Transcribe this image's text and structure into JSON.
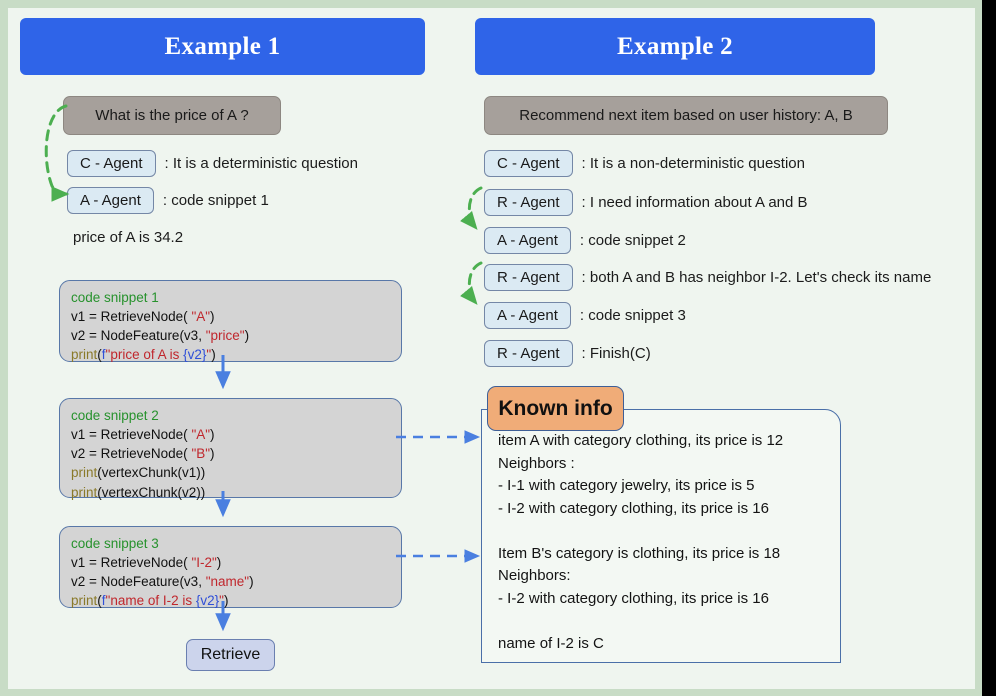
{
  "colors": {
    "frame_green": "#c8dcc6",
    "panel_bg": "#eff5ef",
    "header_blue": "#2f64e8",
    "question_gray": "#a6a09b",
    "pill_blue": "#dbeaf3",
    "code_gray": "#d4d4d4",
    "code_border": "#5877a8",
    "retrieve_lavender": "#ccd4ec",
    "known_tab_orange": "#f0ac78",
    "green_arrow": "#4caf50",
    "blue_arrow": "#4a7fe0",
    "keyword_green": "#27922d",
    "string_red": "#c0272d",
    "fn_olive": "#8a7a2a",
    "fstring_blue": "#2f4fd8"
  },
  "examples": [
    {
      "title": "Example 1",
      "question": "What is the price of A ?",
      "agents": [
        {
          "role": "C - Agent",
          "text": ": It is a deterministic question"
        },
        {
          "role": "A - Agent",
          "text": ": code snippet 1"
        }
      ],
      "output": "price of A is 34.2"
    },
    {
      "title": "Example 2",
      "question": "Recommend next item based on user history: A, B",
      "agents": [
        {
          "role": "C - Agent",
          "text": ": It is a non-deterministic question"
        },
        {
          "role": "R - Agent",
          "text": ": I need information about A and B"
        },
        {
          "role": "A - Agent",
          "text": ": code snippet 2"
        },
        {
          "role": "R - Agent",
          "text": ": both A and B has neighbor I-2. Let's check its name"
        },
        {
          "role": "A - Agent",
          "text": ": code snippet 3"
        },
        {
          "role": "R - Agent",
          "text": ": Finish(C)"
        }
      ]
    }
  ],
  "snippets": [
    {
      "title": "code snippet 1",
      "lines": [
        [
          {
            "t": "v1 = RetrieveNode( ",
            "c": "plain"
          },
          {
            "t": "\"A\"",
            "c": "str"
          },
          {
            "t": ")",
            "c": "plain"
          }
        ],
        [
          {
            "t": "v2 = NodeFeature(v3, ",
            "c": "plain"
          },
          {
            "t": "\"price\"",
            "c": "str"
          },
          {
            "t": ")",
            "c": "plain"
          }
        ],
        [
          {
            "t": "print",
            "c": "fn"
          },
          {
            "t": "(",
            "c": "plain"
          },
          {
            "t": "f",
            "c": "f"
          },
          {
            "t": "\"price of A is ",
            "c": "str"
          },
          {
            "t": "{v2}",
            "c": "f"
          },
          {
            "t": "\"",
            "c": "str"
          },
          {
            "t": ")",
            "c": "plain"
          }
        ]
      ]
    },
    {
      "title": "code snippet 2",
      "lines": [
        [
          {
            "t": "v1 = RetrieveNode( ",
            "c": "plain"
          },
          {
            "t": "\"A\"",
            "c": "str"
          },
          {
            "t": ")",
            "c": "plain"
          }
        ],
        [
          {
            "t": "v2 = RetrieveNode( ",
            "c": "plain"
          },
          {
            "t": "\"B\"",
            "c": "str"
          },
          {
            "t": ")",
            "c": "plain"
          }
        ],
        [
          {
            "t": "print",
            "c": "fn"
          },
          {
            "t": "(vertexChunk(v1))",
            "c": "plain"
          }
        ],
        [
          {
            "t": "print",
            "c": "fn"
          },
          {
            "t": "(vertexChunk(v2))",
            "c": "plain"
          }
        ]
      ]
    },
    {
      "title": "code snippet 3",
      "lines": [
        [
          {
            "t": "v1 = RetrieveNode( ",
            "c": "plain"
          },
          {
            "t": "\"I-2\"",
            "c": "str"
          },
          {
            "t": ")",
            "c": "plain"
          }
        ],
        [
          {
            "t": "v2 = NodeFeature(v3, ",
            "c": "plain"
          },
          {
            "t": "\"name\"",
            "c": "str"
          },
          {
            "t": ")",
            "c": "plain"
          }
        ],
        [
          {
            "t": "print",
            "c": "fn"
          },
          {
            "t": "(",
            "c": "plain"
          },
          {
            "t": "f",
            "c": "f"
          },
          {
            "t": "\"name of I-2 is ",
            "c": "str"
          },
          {
            "t": "{v2}",
            "c": "f"
          },
          {
            "t": "\"",
            "c": "str"
          },
          {
            "t": ")",
            "c": "plain"
          }
        ]
      ]
    }
  ],
  "retrieve_button": "Retrieve",
  "known_info": {
    "tab_label": "Known info",
    "body": "item A with category clothing, its price is 12\nNeighbors :\n- I-1 with category jewelry, its price is 5\n- I-2 with category clothing, its price is 16\n\nItem B's category is clothing, its price is 18\nNeighbors:\n- I-2 with category clothing, its price is 16\n\nname of I-2 is C"
  }
}
